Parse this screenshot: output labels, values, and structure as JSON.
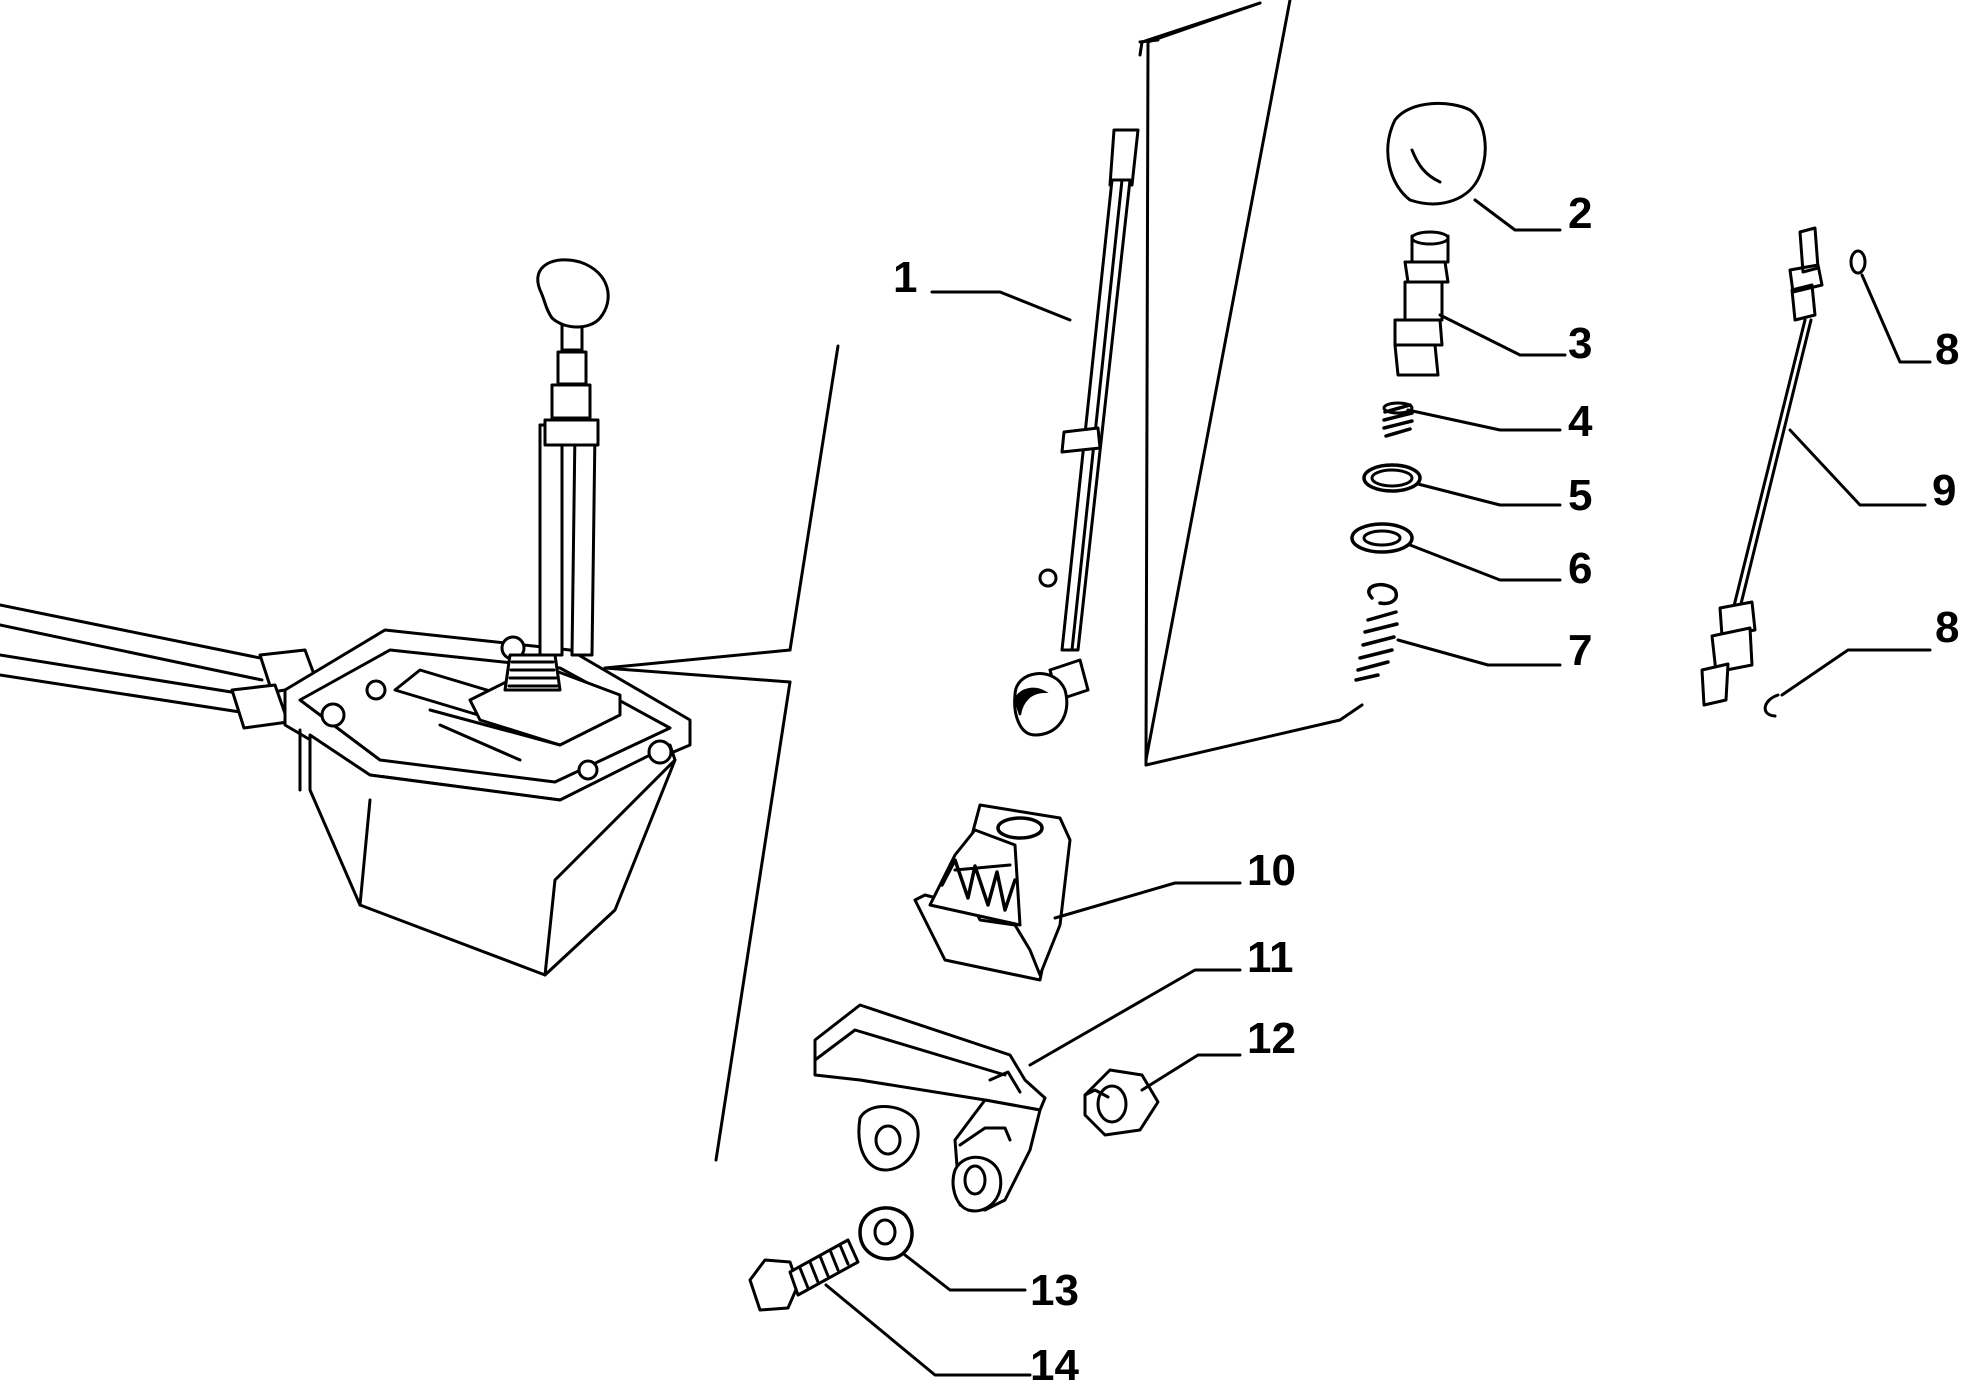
{
  "diagram": {
    "type": "exploded-parts-view",
    "callouts": [
      {
        "id": "1",
        "label": "1"
      },
      {
        "id": "2",
        "label": "2"
      },
      {
        "id": "3",
        "label": "3"
      },
      {
        "id": "4",
        "label": "4"
      },
      {
        "id": "5",
        "label": "5"
      },
      {
        "id": "6",
        "label": "6"
      },
      {
        "id": "7",
        "label": "7"
      },
      {
        "id": "8a",
        "label": "8"
      },
      {
        "id": "9",
        "label": "9"
      },
      {
        "id": "8b",
        "label": "8"
      },
      {
        "id": "10",
        "label": "10"
      },
      {
        "id": "11",
        "label": "11"
      },
      {
        "id": "12",
        "label": "12"
      },
      {
        "id": "13",
        "label": "13"
      },
      {
        "id": "14",
        "label": "14"
      }
    ]
  }
}
